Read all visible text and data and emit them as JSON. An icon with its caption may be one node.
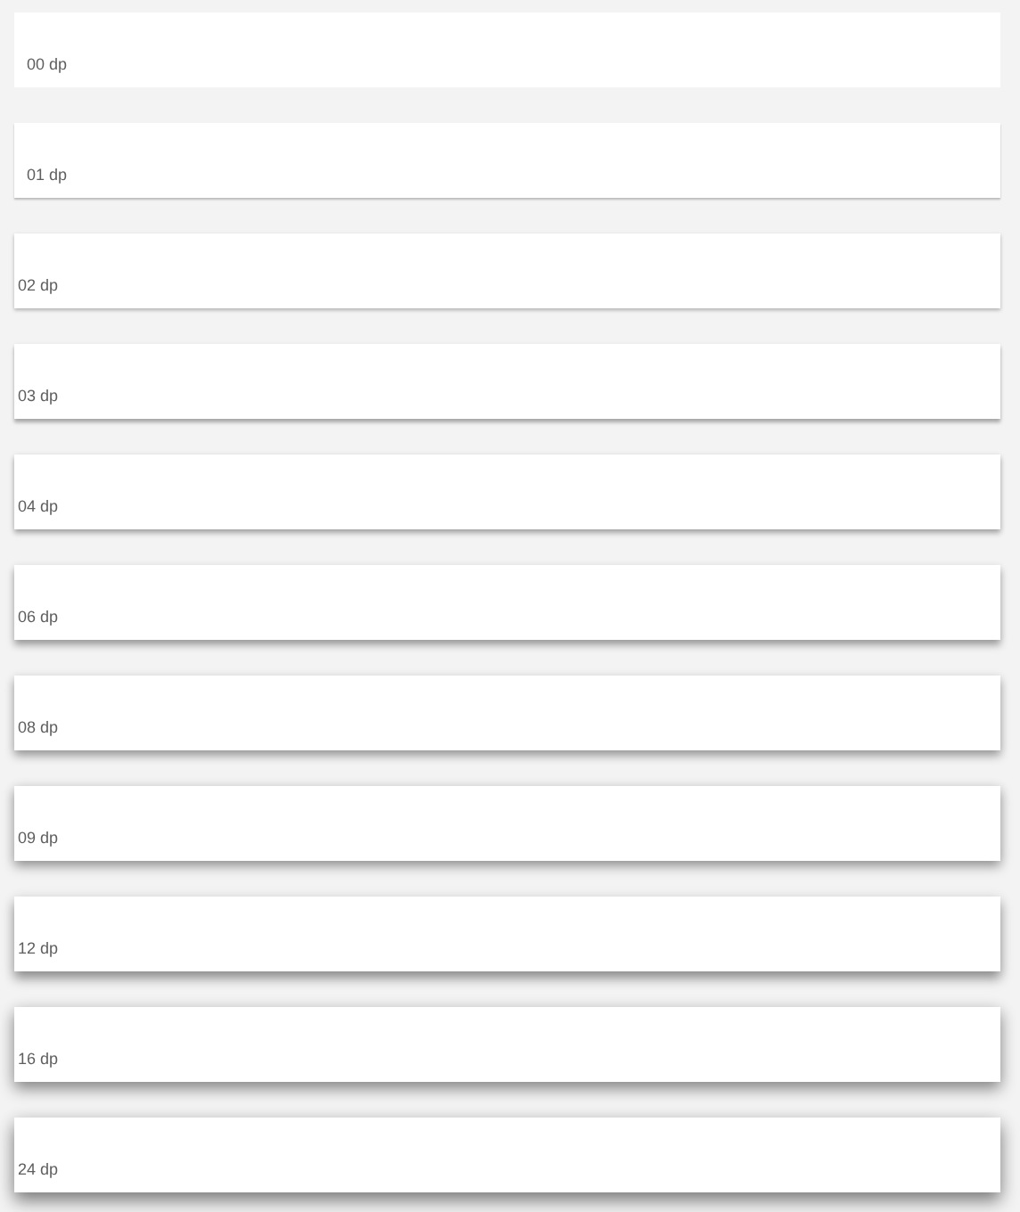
{
  "diagram": {
    "nodes": [
      {
        "text": [
          "00 dp"
        ]
      },
      {
        "text": [
          "01 dp"
        ]
      },
      {
        "text": [
          "02 dp"
        ]
      },
      {
        "text": [
          "03 dp"
        ]
      },
      {
        "text": [
          "04 dp"
        ]
      },
      {
        "text": [
          "06 dp"
        ]
      },
      {
        "text": [
          "08 dp"
        ]
      },
      {
        "text": [
          "09 dp"
        ]
      },
      {
        "text": [
          "12 dp"
        ]
      },
      {
        "text": [
          "16 dp"
        ]
      },
      {
        "text": [
          "24 dp"
        ]
      }
    ]
  }
}
